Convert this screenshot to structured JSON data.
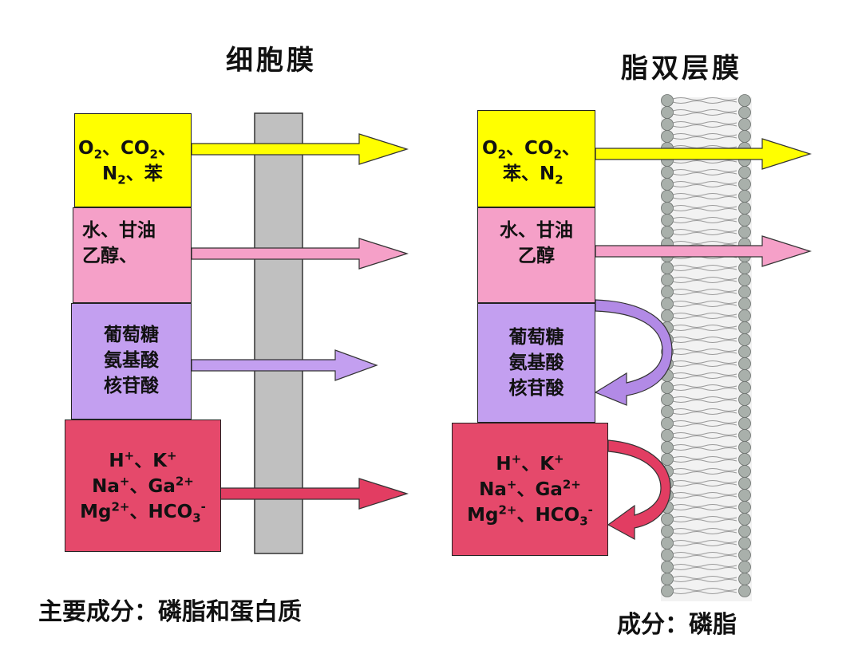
{
  "titles": {
    "cell_membrane": "细胞膜",
    "lipid_bilayer": "脂双层膜"
  },
  "captions": {
    "left": "主要成分：磷脂和蛋白质",
    "right": "成分：磷脂"
  },
  "left_boxes": {
    "gases": {
      "a": "O",
      "a_sub": "2",
      "b": "、CO",
      "b_sub": "2",
      "c": "、",
      "d": "N",
      "d_sub": "2",
      "e": "、苯"
    },
    "polar": {
      "line1": "水、甘油",
      "line2": "乙醇、"
    },
    "organics": {
      "line1": "葡萄糖",
      "line2": "氨基酸",
      "line3": "核苷酸"
    },
    "ions": {
      "h": "H",
      "h_sup": "+",
      "k": "、K",
      "k_sup": "+",
      "na": "Na",
      "na_sup": "+",
      "ga": "、Ga",
      "ga_sup": "2+",
      "mg": "Mg",
      "mg_sup": "2+",
      "hco": "、HCO",
      "hco_sub": "3",
      "hco_sup": "-"
    }
  },
  "right_boxes": {
    "gases": {
      "a": "O",
      "a_sub": "2",
      "b": "、CO",
      "b_sub": "2",
      "c": "、",
      "d": "苯、N",
      "d_sub": "2"
    },
    "polar": {
      "line1": "水、甘油",
      "line2": "乙醇"
    },
    "organics": {
      "line1": "葡萄糖",
      "line2": "氨基酸",
      "line3": "核苷酸"
    },
    "ions": {
      "h": "H",
      "h_sup": "+",
      "k": "、K",
      "k_sup": "+",
      "na": "Na",
      "na_sup": "+",
      "ga": "、Ga",
      "ga_sup": "2+",
      "mg": "Mg",
      "mg_sup": "2+",
      "hco": "、HCO",
      "hco_sub": "3",
      "hco_sup": "-"
    }
  },
  "colors": {
    "yellow": "#ffff00",
    "pink": "#f5a0c8",
    "lavender": "#c39ff0",
    "red": "#e5496b",
    "membrane_gray": "#c0c0c0",
    "arrow_yellow": "#ffff00",
    "arrow_pink": "#f5a0c8",
    "arrow_purple": "#b28ae6",
    "arrow_red": "#e23d62"
  }
}
